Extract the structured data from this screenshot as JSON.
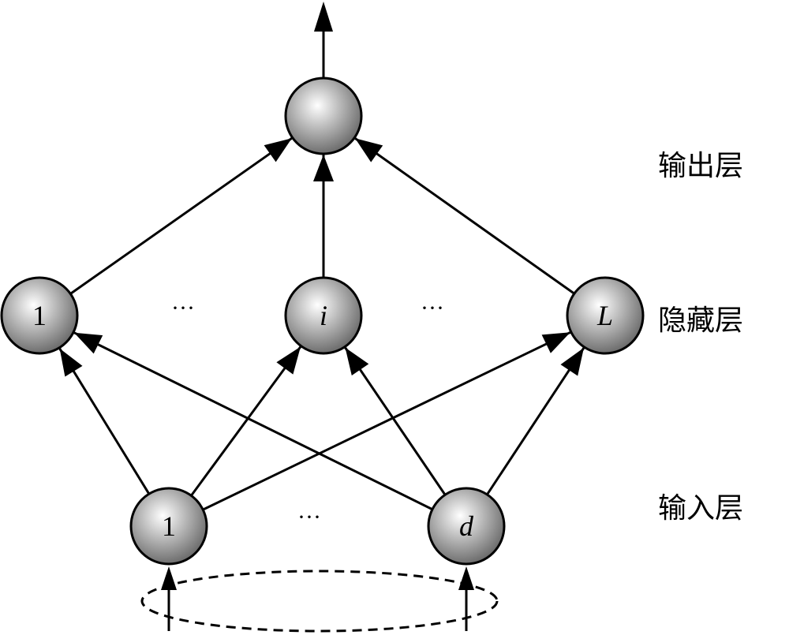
{
  "diagram": {
    "layers": {
      "output": {
        "label": "输出层",
        "nodes": [
          {
            "id": "out",
            "label": ""
          }
        ]
      },
      "hidden": {
        "label": "隐藏层",
        "nodes": [
          {
            "id": "h1",
            "label": "1",
            "italic": false
          },
          {
            "id": "hi",
            "label": "i",
            "italic": true
          },
          {
            "id": "hL",
            "label": "L",
            "italic": true
          }
        ],
        "ellipses": [
          "···",
          "···"
        ]
      },
      "input": {
        "label": "输入层",
        "nodes": [
          {
            "id": "x1",
            "label": "1",
            "italic": false
          },
          {
            "id": "xd",
            "label": "d",
            "italic": true
          }
        ],
        "ellipses": [
          "···"
        ]
      }
    },
    "connections": [
      [
        "h1",
        "out"
      ],
      [
        "hi",
        "out"
      ],
      [
        "hL",
        "out"
      ],
      [
        "x1",
        "h1"
      ],
      [
        "x1",
        "hi"
      ],
      [
        "x1",
        "hL"
      ],
      [
        "xd",
        "h1"
      ],
      [
        "xd",
        "hi"
      ],
      [
        "xd",
        "hL"
      ]
    ],
    "node_fill_highlight": "#ffffff",
    "node_fill_shadow": "#7a7a7a",
    "stroke_color": "#000000"
  }
}
